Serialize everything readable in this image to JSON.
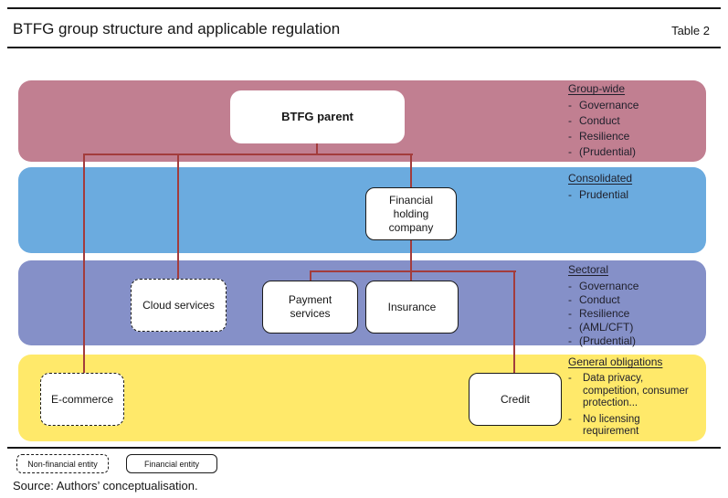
{
  "header": {
    "title": "BTFG group structure and applicable regulation",
    "table_label": "Table 2"
  },
  "ui": {
    "bullet": "-"
  },
  "bands": [
    {
      "heading": "Group-wide",
      "items": [
        "Governance",
        "Conduct",
        "Resilience",
        "(Prudential)"
      ]
    },
    {
      "heading": "Consolidated",
      "items": [
        "Prudential"
      ]
    },
    {
      "heading": "Sectoral",
      "items": [
        "Governance",
        "Conduct",
        "Resilience",
        "(AML/CFT)",
        "(Prudential)"
      ]
    },
    {
      "heading": "General obligations",
      "items": [
        "Data privacy, competition, consumer protection...",
        "No licensing requirement"
      ]
    }
  ],
  "nodes": {
    "parent": {
      "label": "BTFG parent"
    },
    "fhc": {
      "label": "Financial holding company"
    },
    "cloud": {
      "label": "Cloud services"
    },
    "payment": {
      "label": "Payment services"
    },
    "insurance": {
      "label": "Insurance"
    },
    "ecommerce": {
      "label": "E-commerce"
    },
    "credit": {
      "label": "Credit"
    }
  },
  "legend": {
    "non_financial": "Non-financial entity",
    "financial": "Financial entity"
  },
  "source": "Source: Authors’ conceptualisation.",
  "colors": {
    "band_group_wide": "#c17f91",
    "band_consolidated": "#6babdf",
    "band_sectoral": "#8590c8",
    "band_general": "#ffe96a",
    "connector": "#a33c3c",
    "node_border": "#1a1a1a",
    "text": "#20202c"
  }
}
